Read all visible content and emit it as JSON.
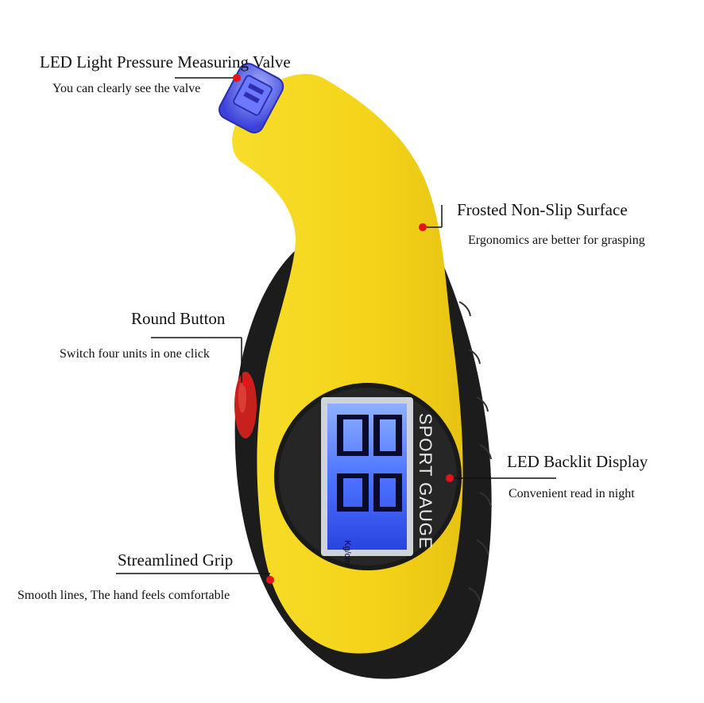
{
  "annotations": {
    "led_valve": {
      "title": "LED Light Pressure Measuring Valve",
      "subtitle": "You can clearly see the valve"
    },
    "surface": {
      "title": "Frosted Non-Slip Surface",
      "subtitle": "Ergonomics are better for grasping"
    },
    "button": {
      "title": "Round Button",
      "subtitle": "Switch four units in one click"
    },
    "display": {
      "title": "LED Backlit Display",
      "subtitle": "Convenient read in night"
    },
    "grip": {
      "title": "Streamlined Grip",
      "subtitle": "Smooth lines, The hand feels comfortable"
    }
  },
  "device": {
    "brand_text": "SPORT GAUGE",
    "reading_top": "0.0",
    "reading_bottom": "0",
    "unit": "Kg/cm²"
  },
  "colors": {
    "body_yellow": "#f2d218",
    "grip_black": "#1c1c1c",
    "button_red": "#c8201c",
    "lcd_blue": "#3a62ff",
    "valve_blue": "#4a52e8",
    "dot_red": "#e4141c"
  }
}
